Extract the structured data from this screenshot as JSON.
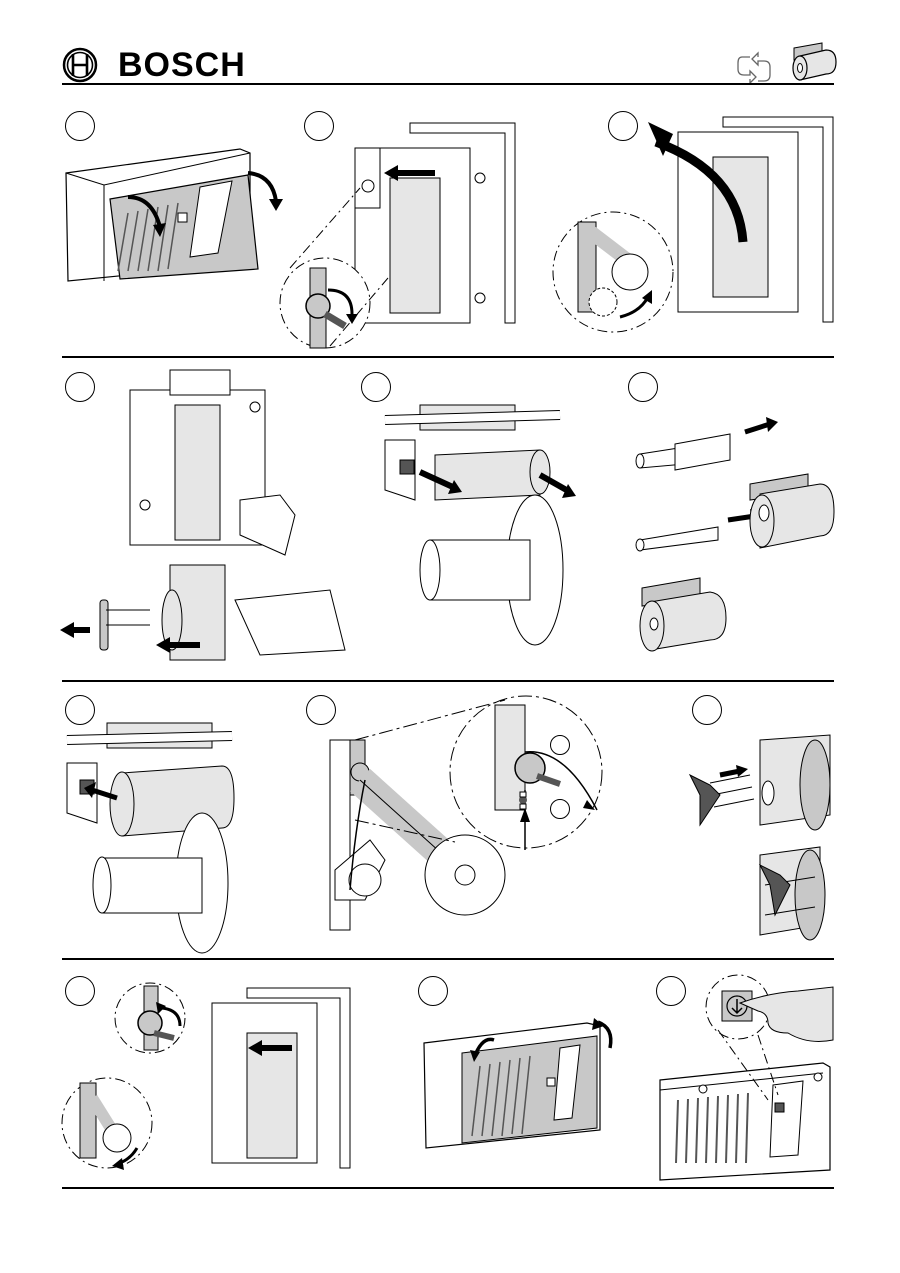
{
  "header": {
    "brand": "BOSCH",
    "logo_icon": "bosch-armature-icon",
    "icons": [
      "replace-cycle-icon",
      "paper-roll-icon"
    ]
  },
  "colors": {
    "ink": "#000000",
    "fill_gray": "#c8c8c8",
    "light_gray": "#e6e6e6",
    "paper": "#ffffff"
  },
  "rows": [
    {
      "steps": [
        {
          "id": 1,
          "label": "",
          "illustration": "open-cover"
        },
        {
          "id": 2,
          "label": "",
          "illustration": "release-lever"
        },
        {
          "id": 3,
          "label": "",
          "illustration": "swing-out-paper-unit"
        }
      ]
    },
    {
      "steps": [
        {
          "id": 4,
          "label": "",
          "illustration": "remove-used-roll"
        },
        {
          "id": 5,
          "label": "",
          "illustration": "pull-out-roll-holder"
        },
        {
          "id": 6,
          "label": "",
          "illustration": "insert-axle-into-new-roll"
        }
      ]
    },
    {
      "steps": [
        {
          "id": 7,
          "label": "",
          "illustration": "mount-new-roll"
        },
        {
          "id": 8,
          "label": "",
          "illustration": "thread-paper-path",
          "callouts": [
            "",
            ""
          ]
        },
        {
          "id": 9,
          "label": "",
          "illustration": "attach-take-up-spool"
        }
      ]
    },
    {
      "steps": [
        {
          "id": 10,
          "label": "",
          "illustration": "close-lever-and-unit"
        },
        {
          "id": 11,
          "label": "",
          "illustration": "close-cover"
        },
        {
          "id": 12,
          "label": "",
          "illustration": "press-feed-button"
        }
      ]
    }
  ]
}
